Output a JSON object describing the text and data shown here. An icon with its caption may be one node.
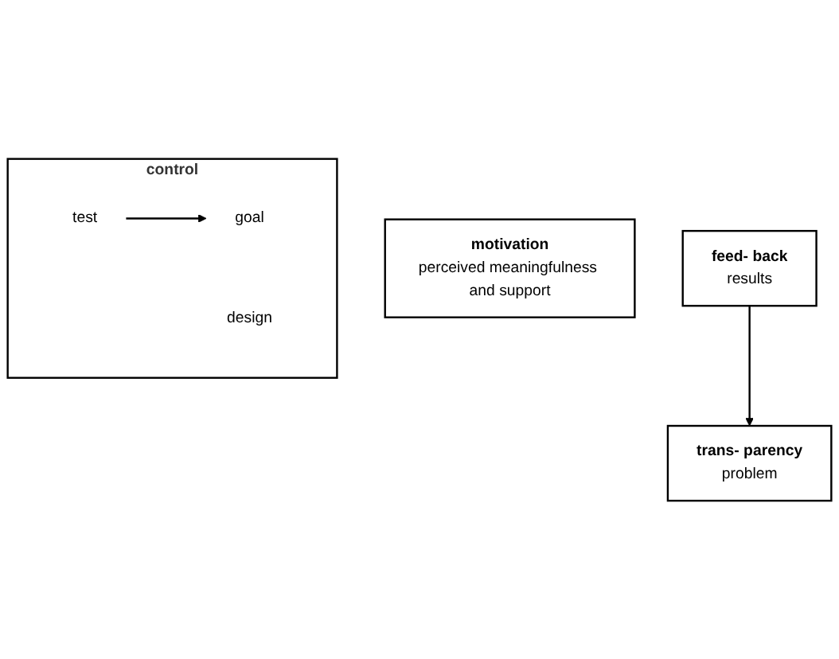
{
  "diagram": {
    "nodes": [
      {
        "text": [
          "motivation",
          "perceived meaningfulness and support"
        ]
      },
      {
        "text": [
          "trans- parency",
          "problem"
        ]
      },
      {
        "text": [
          "control"
        ]
      },
      {
        "text": [
          "goal"
        ],
        "in": 2
      },
      {
        "text": [
          "design"
        ],
        "in": 2
      },
      {
        "text": [
          "test"
        ],
        "in": 2
      },
      {
        "text": [
          "feed- back",
          "results"
        ]
      }
    ],
    "edges": [
      {
        "from": 5,
        "to": 3,
        "arrow": "to"
      },
      {
        "from": 6,
        "to": 1,
        "arrow": "to"
      }
    ]
  }
}
